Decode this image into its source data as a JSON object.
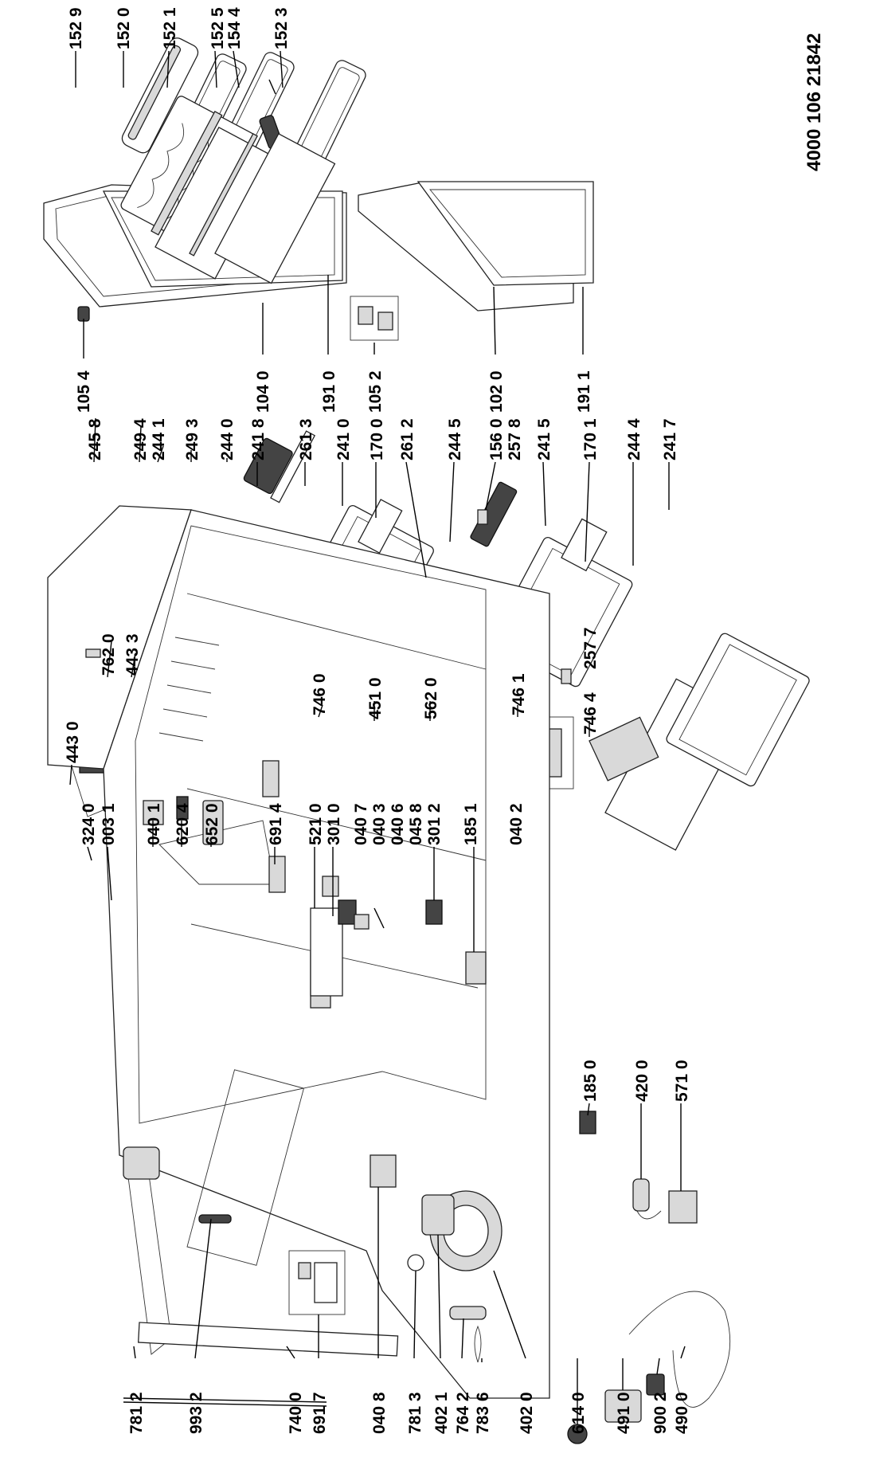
{
  "document_number": "4000 106 21842",
  "parts": [
    {
      "id": "p1529",
      "label": "152 9"
    },
    {
      "id": "p1520",
      "label": "152 0"
    },
    {
      "id": "p1521",
      "label": "152 1"
    },
    {
      "id": "p1525",
      "label": "152 5"
    },
    {
      "id": "p1544",
      "label": "154 4"
    },
    {
      "id": "p1523",
      "label": "152 3"
    },
    {
      "id": "p1054",
      "label": "105 4"
    },
    {
      "id": "p1040",
      "label": "104 0"
    },
    {
      "id": "p1910",
      "label": "191 0"
    },
    {
      "id": "p1052",
      "label": "105 2"
    },
    {
      "id": "p1020",
      "label": "102 0"
    },
    {
      "id": "p1911",
      "label": "191 1"
    },
    {
      "id": "p2458",
      "label": "245 8"
    },
    {
      "id": "p2494",
      "label": "249 4"
    },
    {
      "id": "p2441",
      "label": "244 1"
    },
    {
      "id": "p2493",
      "label": "249 3"
    },
    {
      "id": "p2440",
      "label": "244 0"
    },
    {
      "id": "p2418",
      "label": "241 8"
    },
    {
      "id": "p2613",
      "label": "261 3"
    },
    {
      "id": "p2410",
      "label": "241 0"
    },
    {
      "id": "p1700",
      "label": "170 0"
    },
    {
      "id": "p2612",
      "label": "261 2"
    },
    {
      "id": "p2445",
      "label": "244 5"
    },
    {
      "id": "p1560",
      "label": "156 0"
    },
    {
      "id": "p2578",
      "label": "257 8"
    },
    {
      "id": "p2415",
      "label": "241 5"
    },
    {
      "id": "p1701",
      "label": "170 1"
    },
    {
      "id": "p2444",
      "label": "244 4"
    },
    {
      "id": "p2417",
      "label": "241 7"
    },
    {
      "id": "p7620",
      "label": "762 0"
    },
    {
      "id": "p4433",
      "label": "443 3"
    },
    {
      "id": "p4430",
      "label": "443 0"
    },
    {
      "id": "p7460",
      "label": "746 0"
    },
    {
      "id": "p4510",
      "label": "451 0"
    },
    {
      "id": "p5620",
      "label": "562 0"
    },
    {
      "id": "p7461",
      "label": "746 1"
    },
    {
      "id": "p7464",
      "label": "746 4"
    },
    {
      "id": "p2577",
      "label": "257 7"
    },
    {
      "id": "p3240",
      "label": "324 0"
    },
    {
      "id": "p0031",
      "label": "003 1"
    },
    {
      "id": "p0401",
      "label": "040 1"
    },
    {
      "id": "p6204",
      "label": "620 4"
    },
    {
      "id": "p6520",
      "label": "652 0"
    },
    {
      "id": "p6914",
      "label": "691 4"
    },
    {
      "id": "p5210",
      "label": "521 0"
    },
    {
      "id": "p3010",
      "label": "301 0"
    },
    {
      "id": "p0407",
      "label": "040 7"
    },
    {
      "id": "p0403",
      "label": "040 3"
    },
    {
      "id": "p0406",
      "label": "040 6"
    },
    {
      "id": "p0458",
      "label": "045 8"
    },
    {
      "id": "p3012",
      "label": "301 2"
    },
    {
      "id": "p1851",
      "label": "185 1"
    },
    {
      "id": "p0402",
      "label": "040 2"
    },
    {
      "id": "p1850",
      "label": "185 0"
    },
    {
      "id": "p4200",
      "label": "420 0"
    },
    {
      "id": "p5710",
      "label": "571 0"
    },
    {
      "id": "p7812",
      "label": "781 2"
    },
    {
      "id": "p9932",
      "label": "993 2"
    },
    {
      "id": "p7400",
      "label": "740 0"
    },
    {
      "id": "p6917",
      "label": "691 7"
    },
    {
      "id": "p0408",
      "label": "040 8"
    },
    {
      "id": "p7813",
      "label": "781 3"
    },
    {
      "id": "p4021",
      "label": "402 1"
    },
    {
      "id": "p7642",
      "label": "764 2"
    },
    {
      "id": "p7836",
      "label": "783 6"
    },
    {
      "id": "p4020",
      "label": "402 0"
    },
    {
      "id": "p6140",
      "label": "614 0"
    },
    {
      "id": "p4910",
      "label": "491 0"
    },
    {
      "id": "p9002",
      "label": "900 2"
    },
    {
      "id": "p4900",
      "label": "490 0"
    }
  ]
}
